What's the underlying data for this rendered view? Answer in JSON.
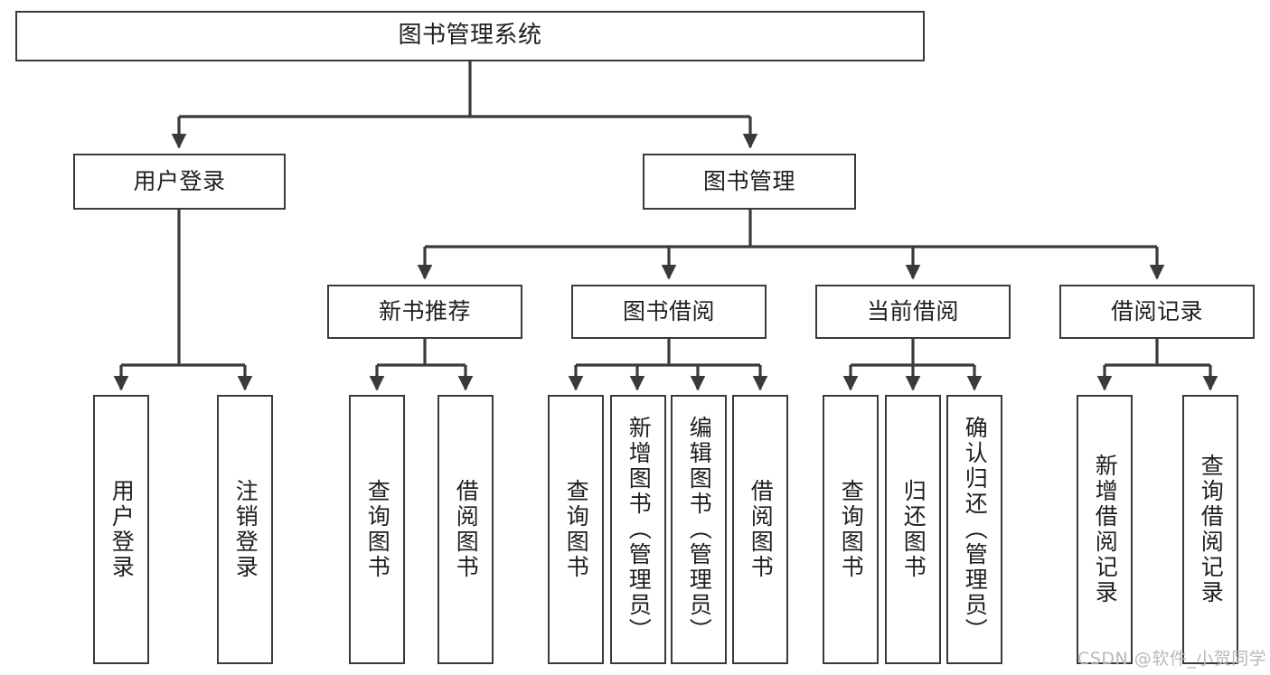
{
  "diagram": {
    "title": "图书管理系统",
    "type": "tree-structure-chart",
    "stroke_color": "#3a3a3a",
    "fill_color": "#ffffff",
    "text_color": "#1e1e1e"
  },
  "nodes": {
    "root": {
      "label": "图书管理系统"
    },
    "level2": [
      {
        "label": "用户登录"
      },
      {
        "label": "图书管理"
      }
    ],
    "level3": [
      {
        "label": "新书推荐"
      },
      {
        "label": "图书借阅"
      },
      {
        "label": "当前借阅"
      },
      {
        "label": "借阅记录"
      }
    ],
    "leaves": {
      "user_login": [
        {
          "label": "用户登录"
        },
        {
          "label": "注销登录"
        }
      ],
      "new_book": [
        {
          "label": "查询图书"
        },
        {
          "label": "借阅图书"
        }
      ],
      "book_borrow": [
        {
          "label": "查询图书"
        },
        {
          "label": "新增图书（管理员）"
        },
        {
          "label": "编辑图书（管理员）"
        },
        {
          "label": "借阅图书"
        }
      ],
      "current_borrow": [
        {
          "label": "查询图书"
        },
        {
          "label": "归还图书"
        },
        {
          "label": "确认归还（管理员）"
        }
      ],
      "borrow_record": [
        {
          "label": "新增借阅记录"
        },
        {
          "label": "查询借阅记录"
        }
      ]
    }
  },
  "watermark": {
    "text": "CSDN @软件_小贺同学"
  }
}
